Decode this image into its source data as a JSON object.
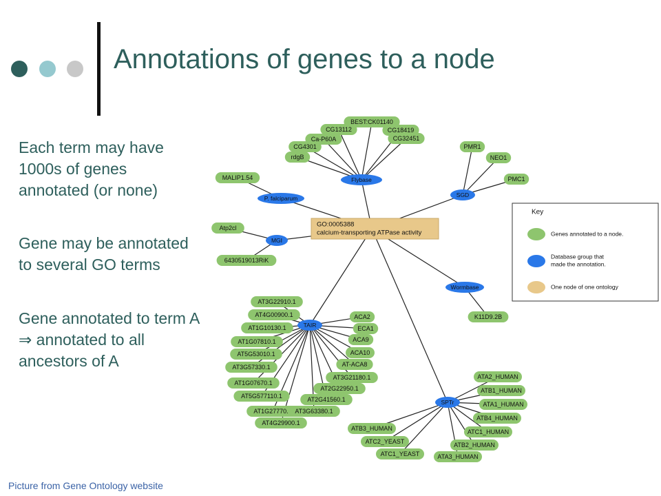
{
  "title": "Annotations of genes to a node",
  "bullets": [
    "Each term may have\n1000s of genes\nannotated (or none)",
    "Gene may be annotated\nto several GO terms",
    "Gene annotated to term A\n⇒ annotated to all\nancestors of A"
  ],
  "caption": "Picture from Gene Ontology website",
  "colors": {
    "title": "#2e5f5c",
    "gene_node": "#8ec56e",
    "database_node": "#2a78e8",
    "ontology_node": "#e8c88a",
    "caption": "#3a62a6"
  },
  "diagram": {
    "center": {
      "label_line1": "GO:0005388",
      "label_line2": "calcium-transporting ATPase activity"
    },
    "groups": [
      {
        "db": "Flybase",
        "genes": [
          "BEST:CK01140",
          "CG13112",
          "CG18419",
          "Ca-P60A",
          "CG32451",
          "CG4301",
          "rdgB"
        ]
      },
      {
        "db": "SGD",
        "genes": [
          "PMR1",
          "NEO1",
          "PMC1"
        ]
      },
      {
        "db": "P. falciparum",
        "genes": [
          "MALIP1.54"
        ]
      },
      {
        "db": "MGI",
        "genes": [
          "Atp2cl",
          "6430519013RiK"
        ]
      },
      {
        "db": "Wormbase",
        "genes": [
          "K11D9.2B"
        ]
      },
      {
        "db": "TAIR",
        "genes": [
          "AT3G22910.1",
          "AT4G00900.1",
          "AT1G10130.1",
          "AT1G07810.1",
          "AT5G53010.1",
          "AT3G57330.1",
          "AT1G07670.1",
          "AT5G577110.1",
          "AT1G27770.1",
          "AT4G29900.1",
          "ACA2",
          "ECA1",
          "ACA9",
          "ACA10",
          "AT-ACA8",
          "AT3G21180.1",
          "AT2G22950.1",
          "AT2G41560.1",
          "AT3G63380.1"
        ]
      },
      {
        "db": "SPTr",
        "genes": [
          "ATA2_HUMAN",
          "ATB1_HUMAN",
          "ATA1_HUMAN",
          "ATB4_HUMAN",
          "ATC1_HUMAN",
          "ATB2_HUMAN",
          "ATA3_HUMAN",
          "ATB3_HUMAN",
          "ATC2_YEAST",
          "ATC1_YEAST"
        ]
      }
    ],
    "key": {
      "title": "Key",
      "items": [
        {
          "label_line1": "Genes annotated to a node.",
          "label_line2": ""
        },
        {
          "label_line1": "Database group that",
          "label_line2": "made the annotation."
        },
        {
          "label_line1": "One node of one ontology",
          "label_line2": ""
        }
      ]
    }
  }
}
